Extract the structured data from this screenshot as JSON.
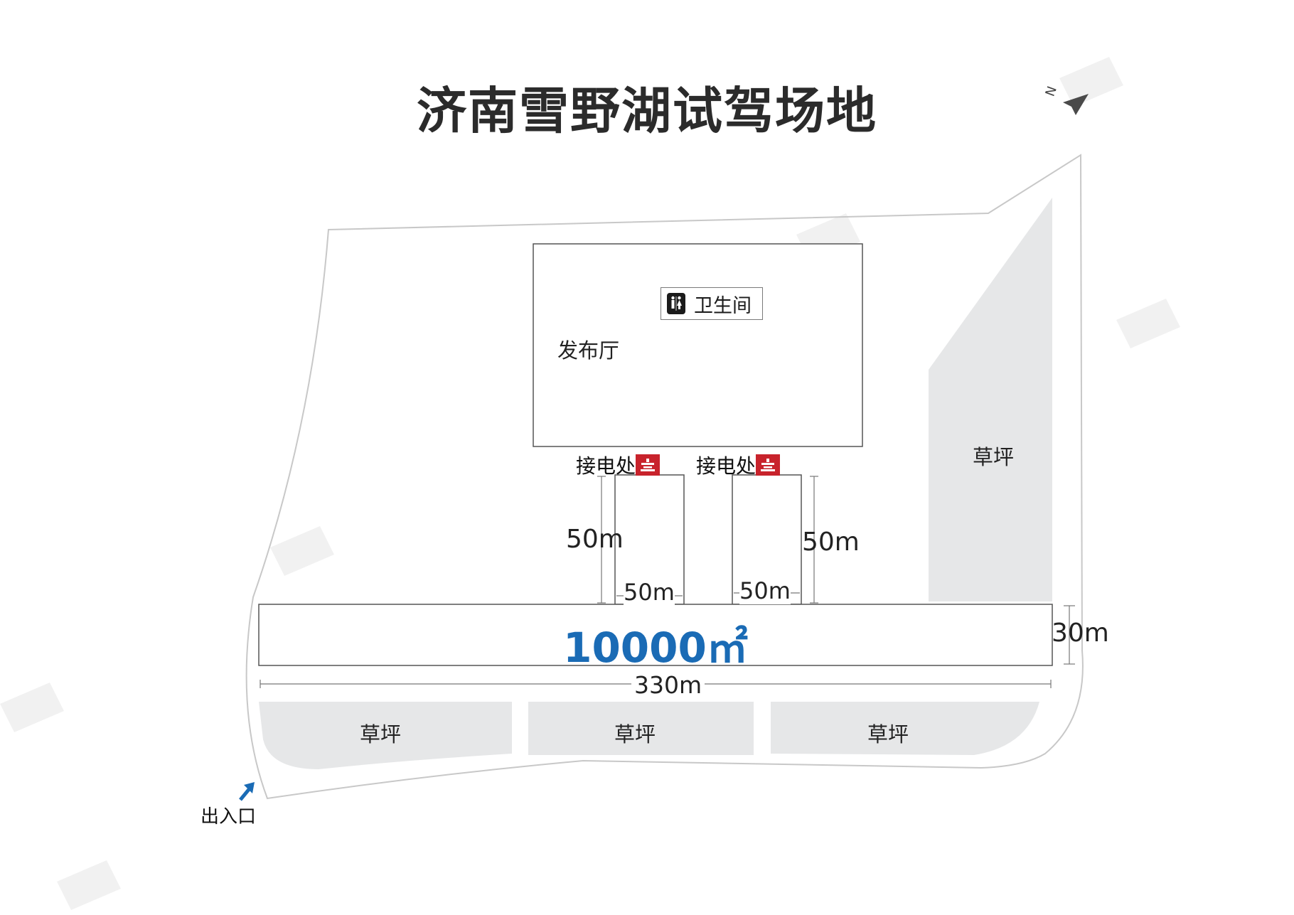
{
  "title": "济南雪野湖试驾场地",
  "compass": {
    "north_label": "N"
  },
  "labels": {
    "hall": "发布厅",
    "restroom": "卫生间",
    "power_left": "接电处",
    "power_right": "接电处",
    "lawn_east": "草坪",
    "lawn_south_1": "草坪",
    "lawn_south_2": "草坪",
    "lawn_south_3": "草坪",
    "exit": "出入口"
  },
  "dimensions": {
    "pad_left_height": "50m",
    "pad_left_width": "50m",
    "pad_right_height": "50m",
    "pad_right_width": "50m",
    "strip_height": "30m",
    "strip_length": "330m",
    "strip_area": "10000㎡"
  },
  "colors": {
    "lawn": "#e6e7e8",
    "outline": "#555555",
    "boundary": "#c8c8c8",
    "area_text": "#1a6bb5",
    "power_red": "#c8232c",
    "exit_arrow": "#1a6bb5",
    "watermark": "#e9e9e9"
  }
}
